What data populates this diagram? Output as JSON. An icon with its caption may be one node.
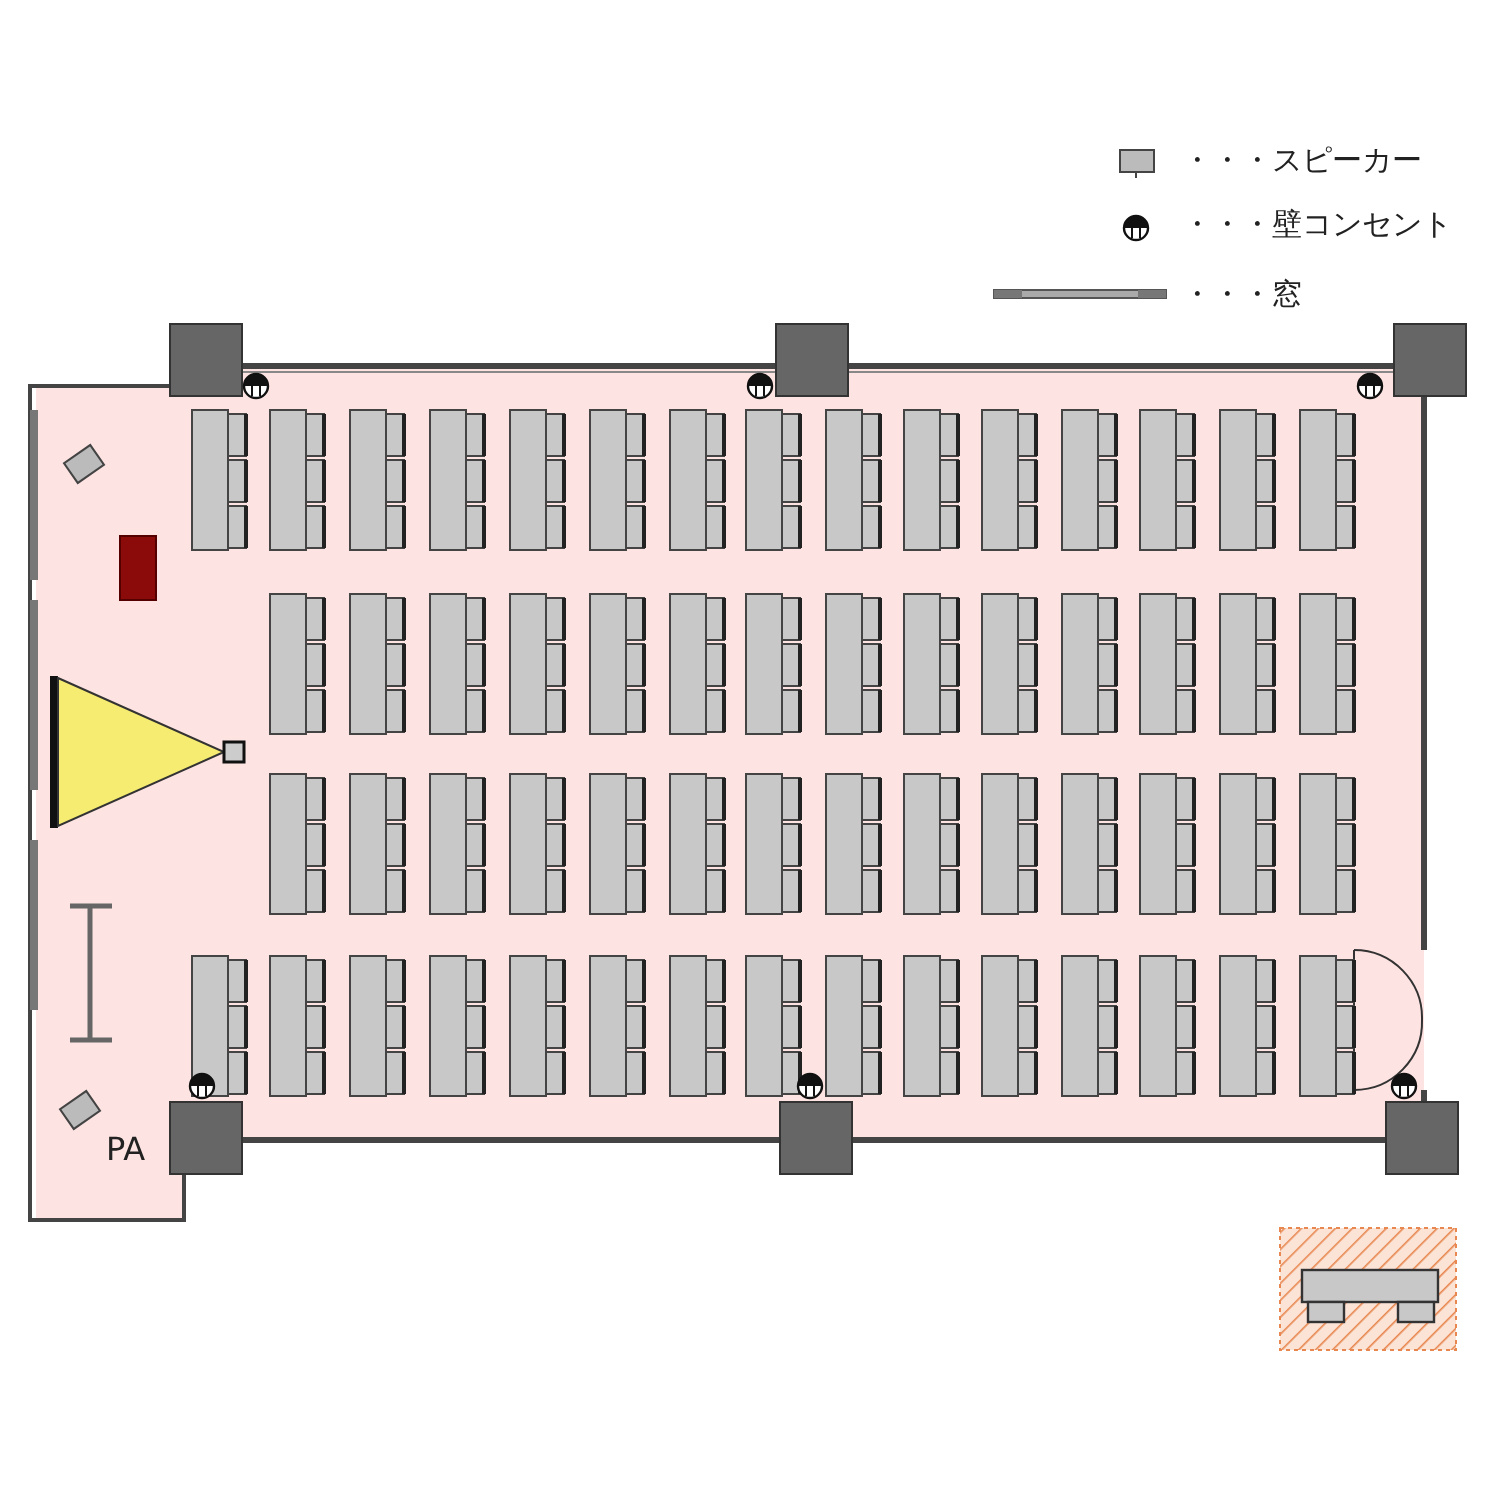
{
  "diagram": {
    "labels": [
      "PA"
    ],
    "legend": [
      {
        "text": "・・・スピーカー"
      },
      {
        "text": "・・・壁コンセント"
      },
      {
        "text": "・・・窓"
      }
    ]
  }
}
